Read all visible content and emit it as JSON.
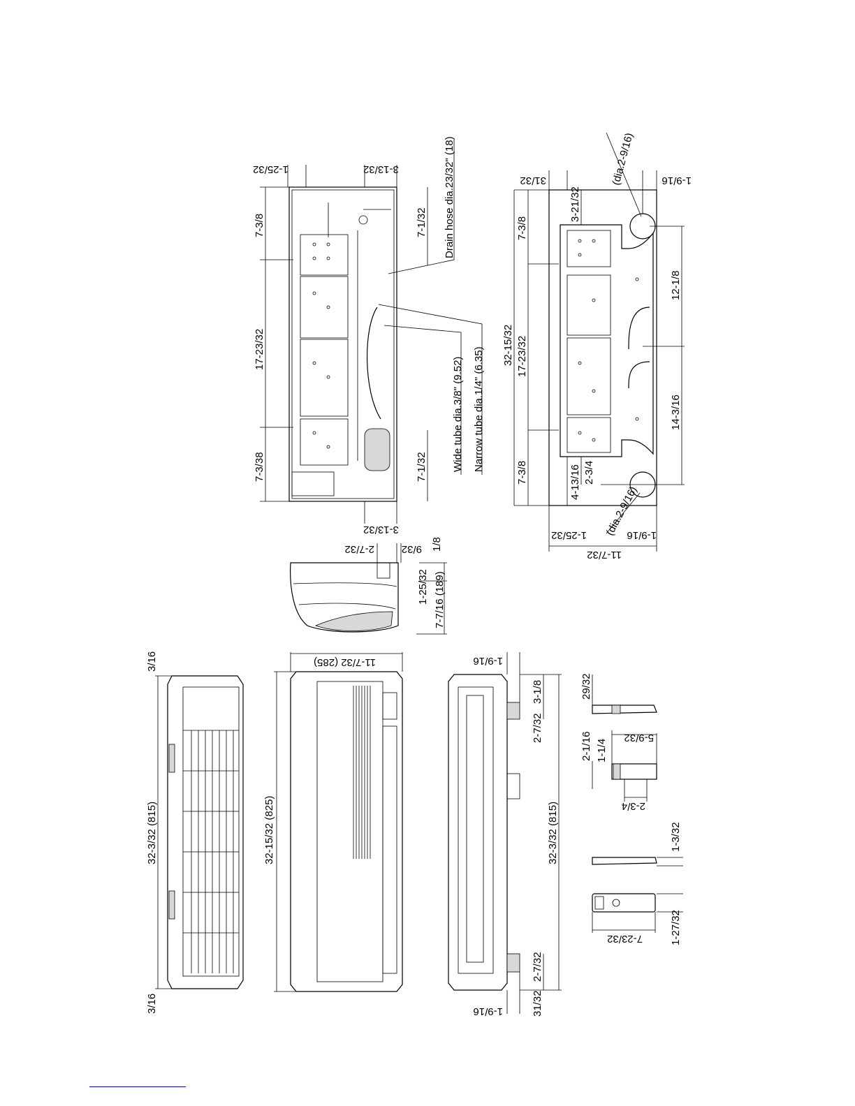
{
  "rear_view": {
    "labels": {
      "drain": "Drain hose dia.23/32\" (18)",
      "wide": "Wide tube dia.3/8\" (9.52)",
      "narrow": "Narrow tube dia.1/4\" (6.35)"
    },
    "dims": {
      "d1": "1-25/32",
      "d2": "3-13/32",
      "d3": "7-3/8",
      "d4": "17-23/32",
      "d5": "7-3/38",
      "d6": "7-1/32",
      "d7": "7-1/32",
      "d8": "3-13/32"
    }
  },
  "mount_plate": {
    "dims": {
      "dia_top": "(dia.2-9/16)",
      "dia_bottom": "(dia.2-9/16)",
      "d1": "1-9/16",
      "d2": "31/32",
      "d3": "3-21/32",
      "d4": "7-3/8",
      "d5": "17-23/32",
      "d6": "32-15/32",
      "d7": "12-1/8",
      "d8": "14-3/16",
      "d9": "7-3/8",
      "d10": "4-13/16",
      "d11": "2-3/4",
      "d12": "1-25/32",
      "d13": "1-9/16",
      "d14": "11-7/32"
    }
  },
  "side_view": {
    "dims": {
      "d1": "2-7/32",
      "d2": "9/32",
      "d3": "1/8",
      "d4": "1-25/32",
      "d5": "7-7/16 (189)"
    }
  },
  "front_views": {
    "dims": {
      "left_top": "3/16",
      "left_total": "32-3/32 (815)",
      "left_bottom": "3/16",
      "mid_total": "32-15/32 (825)",
      "mid_width": "11-7/32 (285)",
      "right_top": "1-9/16",
      "right_a": "3-1/8",
      "right_b": "2-7/32",
      "right_total": "32-3/32 (815)",
      "right_c": "2-7/32",
      "right_d": "31/32",
      "right_bottom": "1-9/16"
    }
  },
  "remote": {
    "dims": {
      "r1": "29/32",
      "r2": "2-1/16",
      "r3": "1-1/4",
      "r4": "5-9/32",
      "r5": "2-3/4",
      "r6": "1-3/32",
      "r7": "1-27/32",
      "r8": "7-23/32"
    }
  }
}
